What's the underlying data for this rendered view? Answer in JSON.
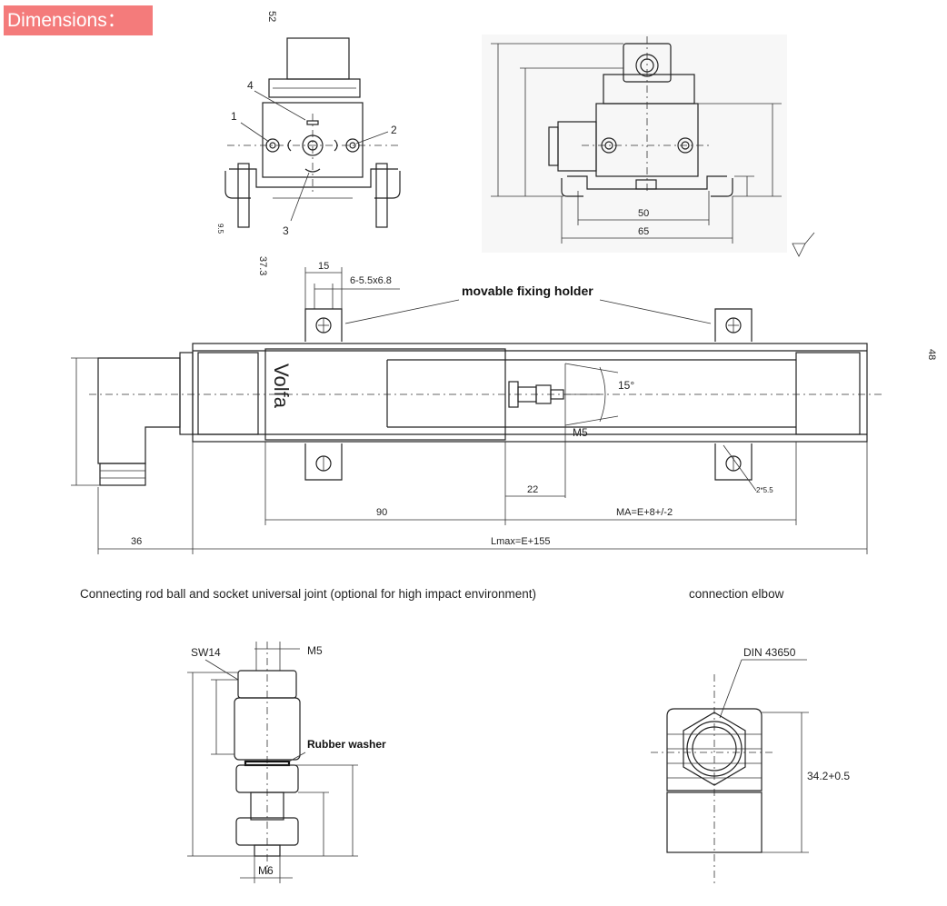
{
  "header": {
    "title": "Dimensions："
  },
  "front_view": {
    "callouts": [
      "1",
      "2",
      "3",
      "4"
    ],
    "rot_labels": [
      "52",
      "9.5",
      "37.3"
    ]
  },
  "side_view": {
    "dim_50": "50",
    "dim_65": "65"
  },
  "main_view": {
    "dim_15": "15",
    "dim_slot": "6-5.5x6.8",
    "holder_label": "movable fixing holder",
    "brand": "Volfa",
    "angle": "15°",
    "thread": "M5",
    "dim_22": "22",
    "dim_hole": "2*5.5",
    "dim_90": "90",
    "dim_ma": "MA=E+8+/-2",
    "dim_36": "36",
    "dim_lmax": "Lmax=E+155",
    "dim_48": "48"
  },
  "captions": {
    "joint": "Connecting rod ball and socket universal joint (optional for high impact environment)",
    "elbow": "connection elbow"
  },
  "joint_view": {
    "sw": "SW14",
    "m5": "M5",
    "washer": "Rubber washer",
    "m6": "M6"
  },
  "elbow_view": {
    "din": "DIN  43650",
    "height": "34.2+0.5"
  }
}
